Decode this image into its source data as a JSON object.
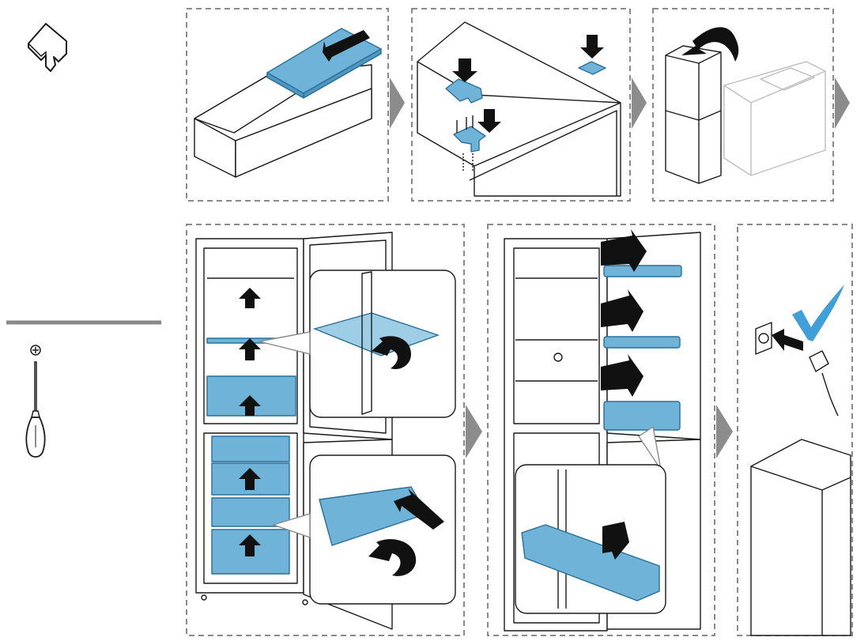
{
  "colors": {
    "frame": "#8a8a8a",
    "accent": "#6fb3d8",
    "accent_dark": "#2a6f99",
    "ink": "#1a1a1a",
    "arrow": "#111111",
    "step_arrow": "#8c8c8c",
    "check": "#3f9fd6"
  },
  "icons": {
    "packaging": "foam-packaging-icon",
    "tool": "phillips-screwdriver-icon"
  },
  "steps": [
    {
      "id": 1,
      "action": "remove-transport-packaging"
    },
    {
      "id": 2,
      "action": "attach-top-hinge-and-cap"
    },
    {
      "id": 3,
      "action": "stand-appliance-upright"
    },
    {
      "id": 4,
      "action": "insert-shelves-and-drawers"
    },
    {
      "id": 5,
      "action": "hang-door-shelves"
    },
    {
      "id": 6,
      "action": "connect-to-power-outlet"
    }
  ]
}
